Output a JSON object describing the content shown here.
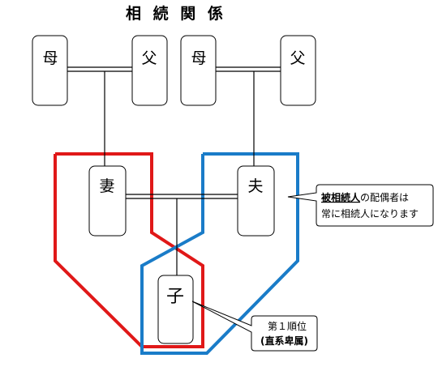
{
  "title": "相 続 関 係",
  "people": {
    "mother_left": "母",
    "father_left": "父",
    "mother_right": "母",
    "father_right": "父",
    "wife": "妻",
    "husband": "夫",
    "child": "子"
  },
  "callout_spouse": {
    "bold_part": "被相続人",
    "rest_line1": "の配偶者は",
    "line2": "常に相続人になります"
  },
  "callout_child": {
    "line1": "第１順位",
    "line2": "(直系卑属)"
  },
  "colors": {
    "wife_boundary": "#e01818",
    "husband_boundary": "#1a7cc8"
  }
}
